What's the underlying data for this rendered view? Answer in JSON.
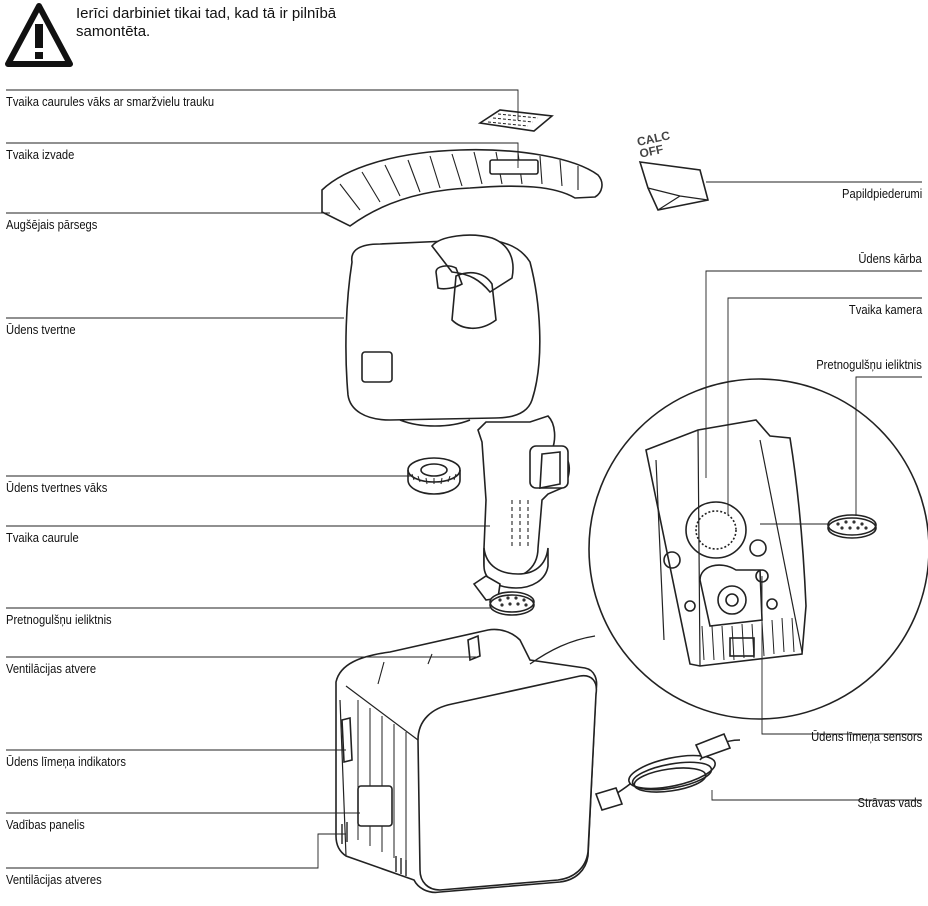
{
  "warning": {
    "icon": "warning-triangle-icon",
    "text": "Ierīci darbiniet tikai tad, kad tā ir pilnībā samontēta."
  },
  "left_labels": [
    "Tvaika caurules vāks ar smaržvielu trauku",
    "Tvaika izvade",
    "Augšējais pārsegs",
    "Ūdens tvertne",
    "Ūdens tvertnes vāks",
    "Tvaika caurule",
    "Pretnogulšņu ieliktnis",
    "Ventilācijas atvere",
    "Ūdens līmeņa indikators",
    "Vadības panelis",
    "Ventilācijas atveres"
  ],
  "right_labels": [
    "Papildpiederumi",
    "Ūdens kārba",
    "Tvaika kamera",
    "Pretnogulšņu ieliktnis",
    "Ūdens līmeņa sensors",
    "Strāvas vads"
  ],
  "accessory_packet_text": "CALC OFF"
}
